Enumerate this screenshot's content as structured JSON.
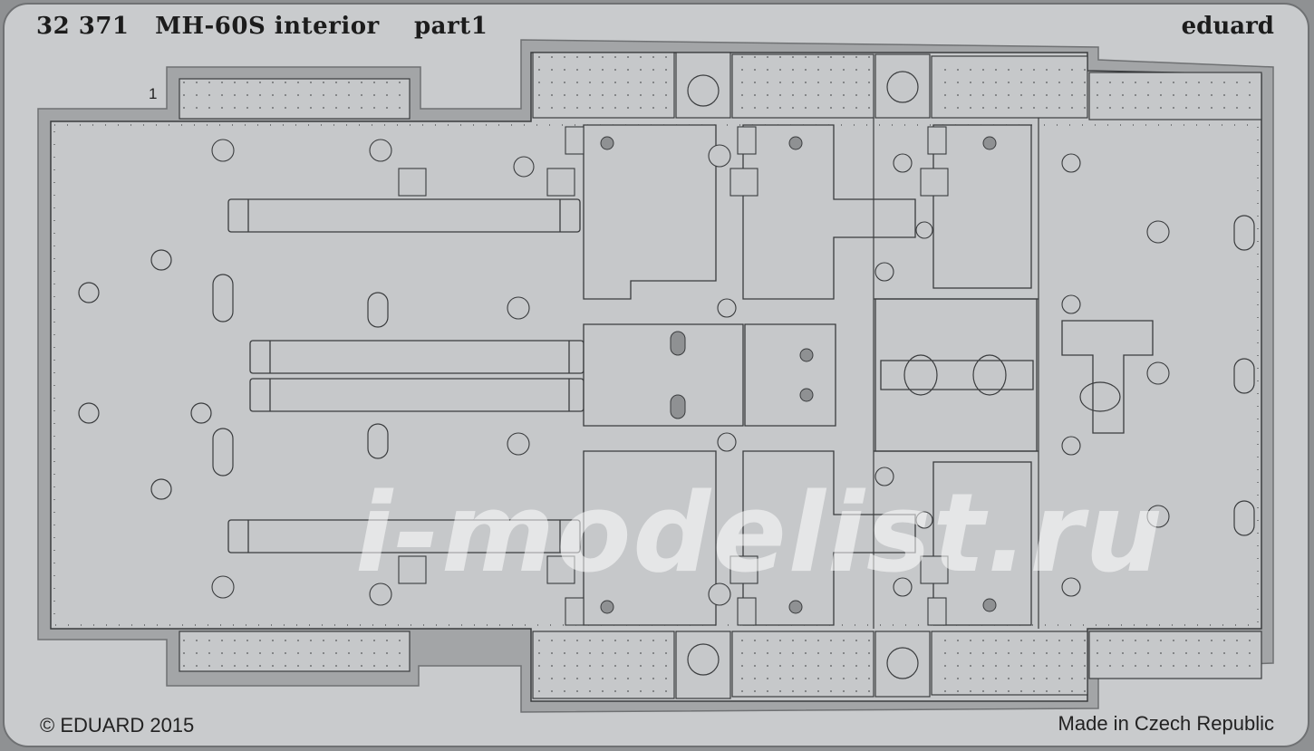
{
  "header": {
    "title": "32 371   MH-60S interior    part1",
    "brand": "eduard"
  },
  "footer": {
    "copyright": "© EDUARD 2015",
    "made_in": "Made in Czech Republic"
  },
  "part_number": "1",
  "watermark": "i-modelist.ru",
  "colors": {
    "fret": "#c9cbcd",
    "frame": "#a3a5a7",
    "part": "#c6c8ca",
    "outline": "#3a3c3e"
  }
}
